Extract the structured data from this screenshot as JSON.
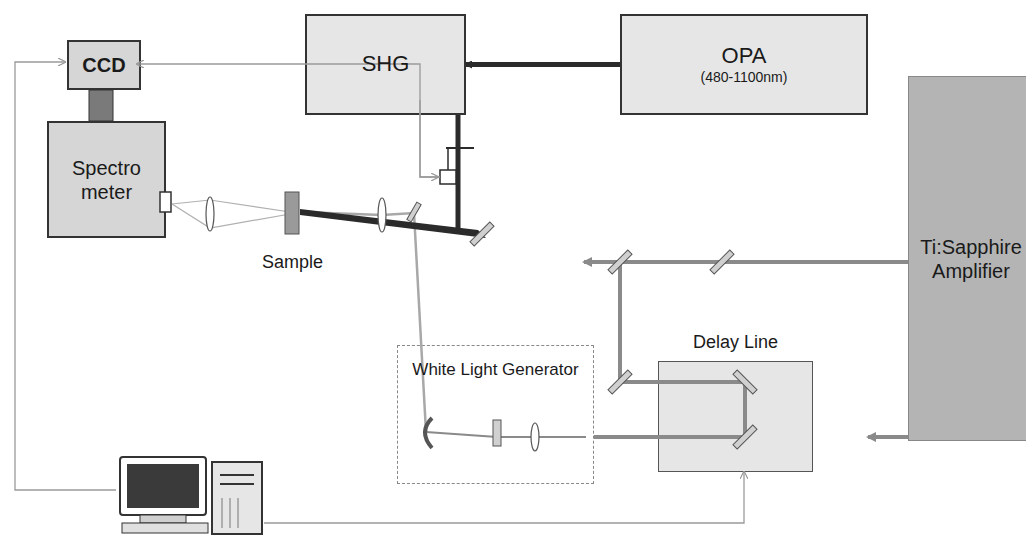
{
  "diagram": {
    "nodes": [
      {
        "text": [
          "SHG"
        ]
      },
      {
        "text": [
          "OPA",
          "(480-1100nm)"
        ]
      },
      {
        "text": [
          "Ti:Sapphire Amplifier"
        ]
      },
      {
        "text": [
          "CCD"
        ]
      },
      {
        "text": [
          "Spectro meter"
        ]
      },
      {
        "text": [
          "White Light Generator"
        ]
      },
      {
        "text": [
          "Delay Line"
        ]
      }
    ],
    "edges": [
      {
        "from": 1,
        "to": 0,
        "arrow": "to"
      },
      {
        "from": 2,
        "to": 1,
        "arrow": "to"
      },
      {
        "from": 2,
        "to": 6,
        "arrow": "none"
      },
      {
        "from": 6,
        "to": 5,
        "arrow": "none"
      }
    ],
    "labels": [
      "Sample"
    ]
  }
}
